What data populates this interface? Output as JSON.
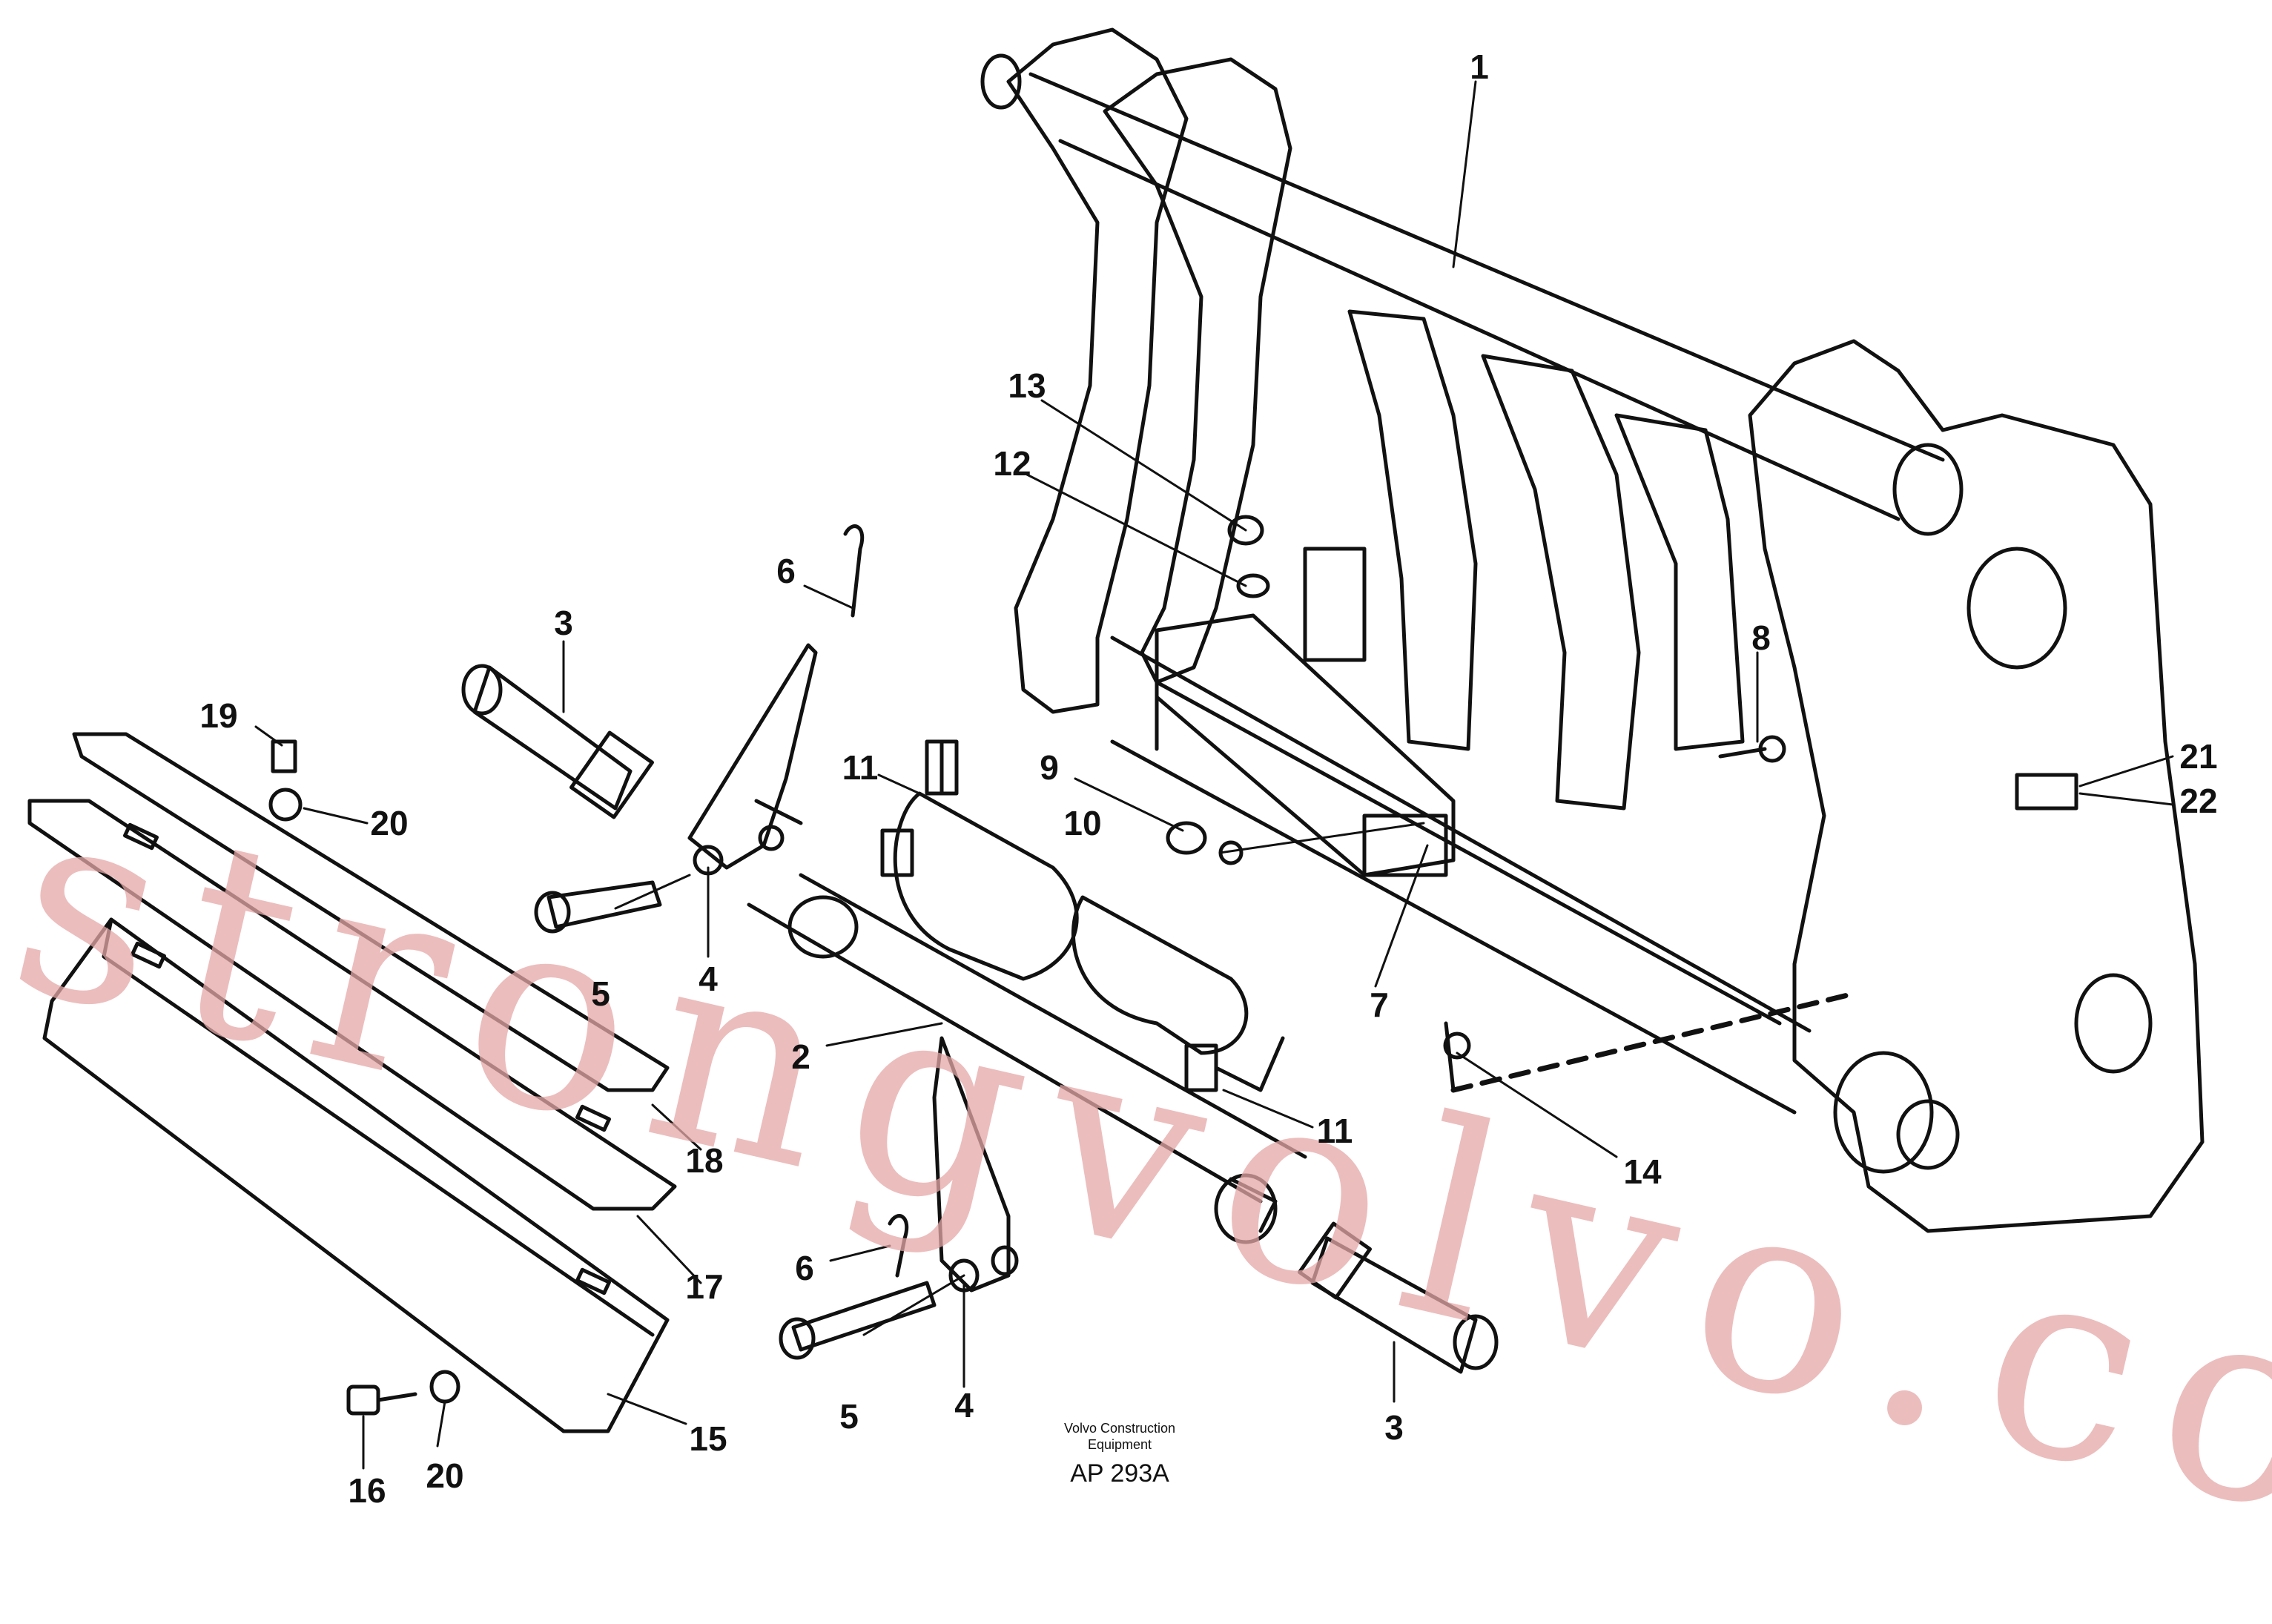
{
  "labels": {
    "l1": "1",
    "l2": "2",
    "l3a": "3",
    "l3b": "3",
    "l4a": "4",
    "l4b": "4",
    "l5a": "5",
    "l5b": "5",
    "l6a": "6",
    "l6b": "6",
    "l7": "7",
    "l8": "8",
    "l9": "9",
    "l10": "10",
    "l11a": "11",
    "l11b": "11",
    "l12": "12",
    "l13": "13",
    "l14": "14",
    "l15": "15",
    "l16": "16",
    "l17": "17",
    "l18": "18",
    "l19": "19",
    "l20a": "20",
    "l20b": "20",
    "l21": "21",
    "l22": "22"
  },
  "caption": {
    "company_line1": "Volvo Construction",
    "company_line2": "Equipment",
    "code": "AP 293A"
  },
  "watermark": "strongvolvo.com",
  "colors": {
    "ink": "#111111",
    "watermark": "#e6a7a7"
  }
}
